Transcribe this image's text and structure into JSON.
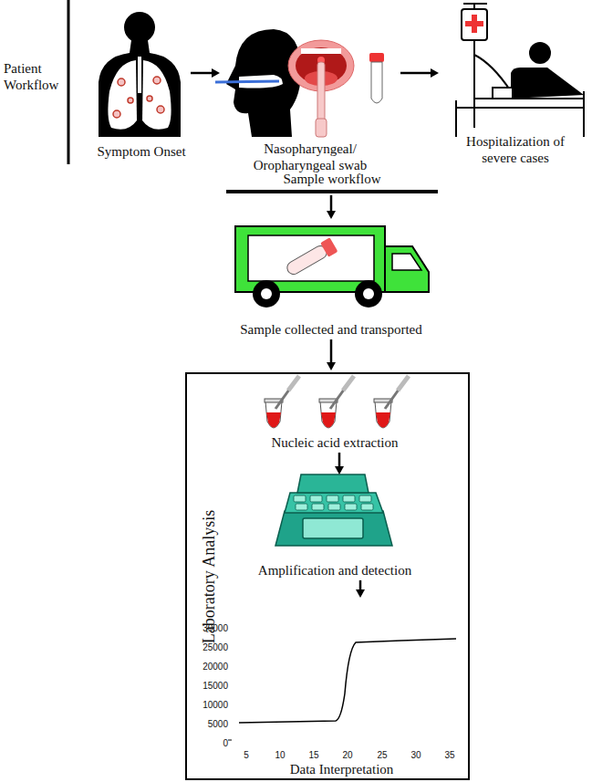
{
  "diagram": {
    "nodes": [
      {
        "text": [
          "Symptom Onset"
        ]
      },
      {
        "text": [
          "Nasopharyngeal/ Oropharyngeal swab"
        ]
      },
      {
        "text": [
          "Hospitalization of severe cases"
        ]
      },
      {
        "text": [
          "Sample workflow"
        ]
      },
      {
        "text": [
          "Sample collected and transported"
        ]
      },
      {
        "text": [
          "Laboratory Analysis"
        ]
      },
      {
        "text": [
          "Nucleic acid extraction"
        ],
        "in": 5
      },
      {
        "text": [
          "Amplification and detection"
        ],
        "in": 5
      },
      {
        "text": [
          "Data Interpretation"
        ],
        "in": 5
      }
    ],
    "edges": [
      {
        "from": 0,
        "to": 1,
        "arrow": "to"
      },
      {
        "from": 1,
        "to": 2,
        "arrow": "to"
      },
      {
        "from": 3,
        "to": 4,
        "arrow": "to"
      },
      {
        "from": 4,
        "to": 5,
        "arrow": "to"
      },
      {
        "from": 6,
        "to": 7,
        "arrow": "to"
      },
      {
        "from": 7,
        "to": 8,
        "arrow": "to"
      }
    ],
    "labels": [
      "Patient Workflow",
      "30000",
      "25000",
      "20000",
      "15000",
      "10000",
      "5000",
      "0",
      "5",
      "10",
      "15",
      "20",
      "25",
      "30",
      "35"
    ]
  }
}
